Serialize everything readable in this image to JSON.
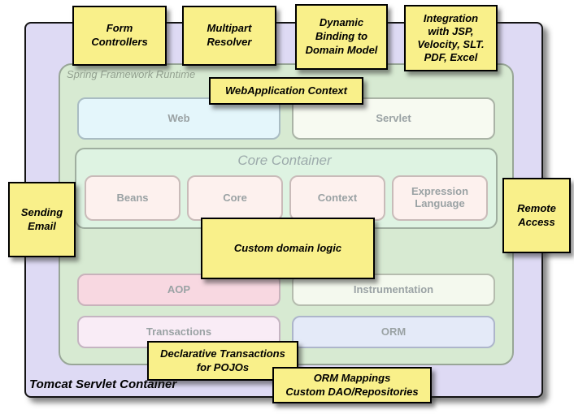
{
  "containers": {
    "tomcat": {
      "label": "Tomcat Servlet Container"
    },
    "spring": {
      "label": "Spring Framework Runtime"
    },
    "core": {
      "title": "Core Container"
    }
  },
  "modules": {
    "web": {
      "label": "Web"
    },
    "servlet": {
      "label": "Servlet"
    },
    "beans": {
      "label": "Beans"
    },
    "core": {
      "label": "Core"
    },
    "context": {
      "label": "Context"
    },
    "expression_language": {
      "label": "Expression Language"
    },
    "aop": {
      "label": "AOP"
    },
    "instrumentation": {
      "label": "Instrumentation"
    },
    "transactions": {
      "label": "Transactions"
    },
    "orm": {
      "label": "ORM"
    }
  },
  "notes": {
    "form_controllers": {
      "text": "Form\nControllers"
    },
    "multipart_resolver": {
      "text": "Multipart\nResolver"
    },
    "dynamic_binding": {
      "text": "Dynamic\nBinding to\nDomain Model"
    },
    "integration": {
      "text": "Integration\nwith JSP,\nVelocity, SLT.\nPDF, Excel"
    },
    "webapplication_context": {
      "text": "WebApplication Context"
    },
    "sending_email": {
      "text": "Sending\nEmail"
    },
    "remote_access": {
      "text": "Remote\nAccess"
    },
    "custom_domain_logic": {
      "text": "Custom domain logic"
    },
    "declarative_transactions": {
      "text": "Declarative Transactions\nfor POJOs"
    },
    "orm_mappings": {
      "text": "ORM Mappings\nCustom DAO/Repositories"
    }
  },
  "colors": {
    "note_yellow": "#f9f08a",
    "tomcat_lavender": "#dedaf4",
    "spring_green": "#d7ead2",
    "core_mint": "#def3e2",
    "web_blue": "#e4f6fb",
    "servlet_cream": "#f7faf1",
    "inner_module_pink": "#fdf1ee",
    "aop_pink": "#f8d8e1",
    "instrumentation_cream": "#f4f9ee",
    "transactions_pink": "#f9ecf6",
    "orm_blue": "#e4eaf8",
    "module_label_gray": "#9aa2a4"
  }
}
